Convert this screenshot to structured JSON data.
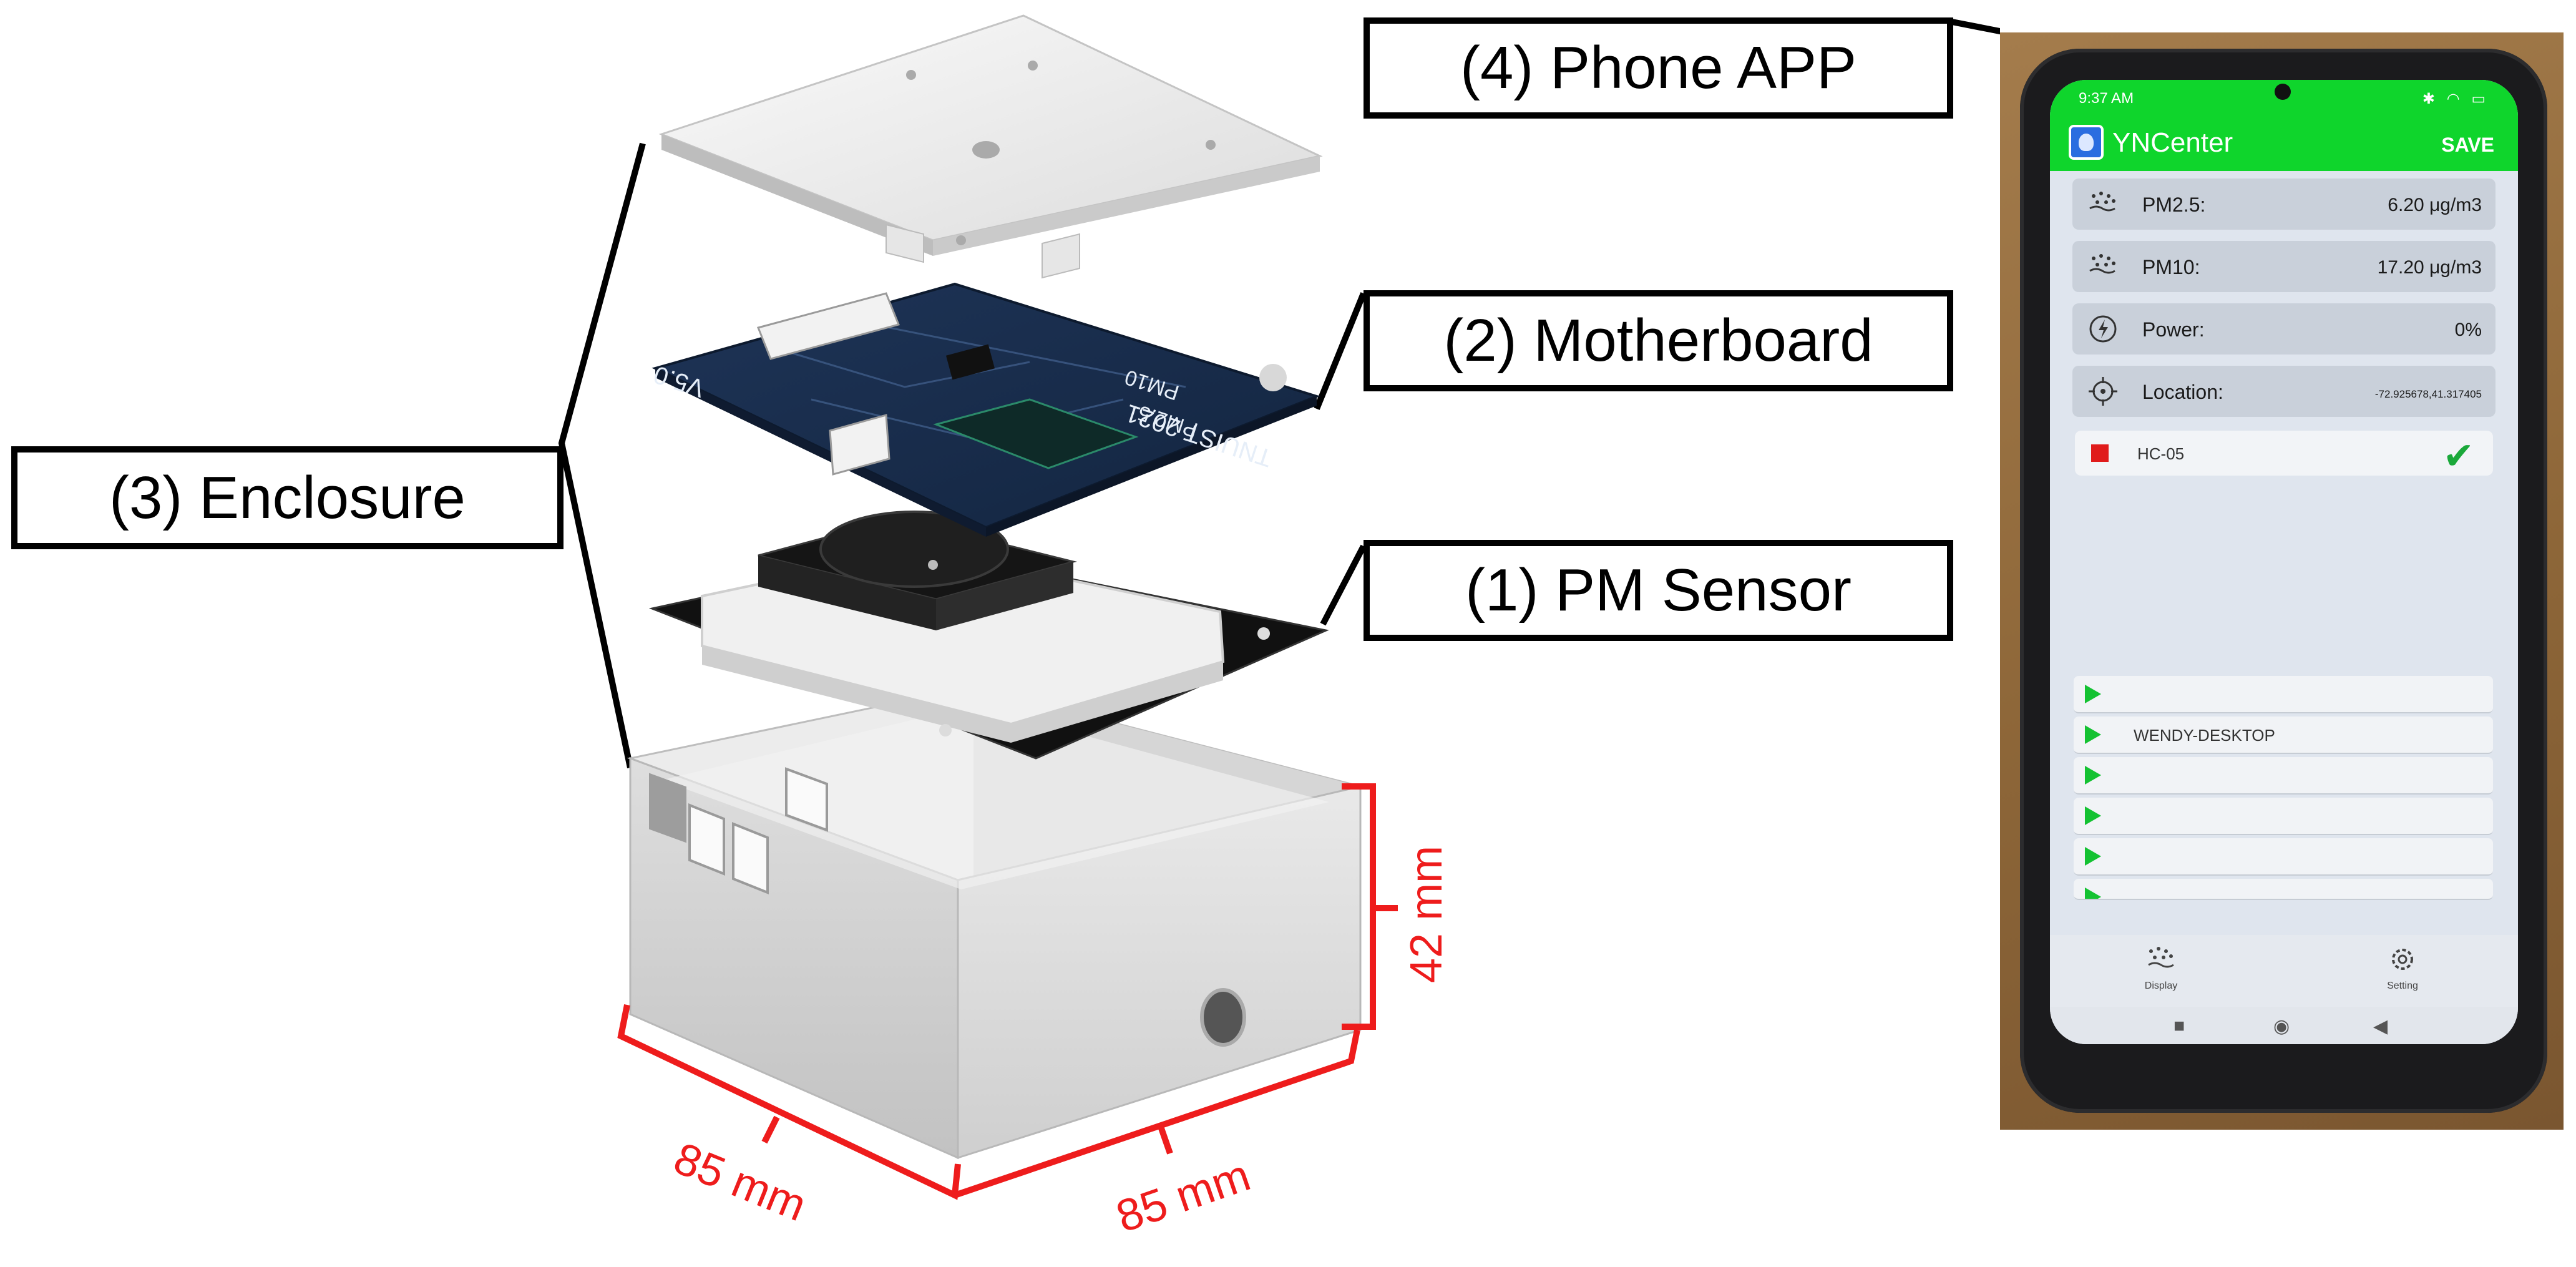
{
  "callouts": {
    "phone_app": "(4) Phone APP",
    "motherboard": "(2) Motherboard",
    "enclosure": "(3) Enclosure",
    "pm_sensor": "(1) PM Sensor"
  },
  "dimensions": {
    "height": "42 mm",
    "width_left": "85 mm",
    "width_right": "85 mm"
  },
  "board_text": {
    "version": "V5.0",
    "pm25": "PM2.5",
    "pm10": "PM10",
    "maker": "TNUIST 2021"
  },
  "phone": {
    "status": {
      "time": "9:37 AM"
    },
    "appbar": {
      "title": "YNCenter",
      "save": "SAVE"
    },
    "readings": [
      {
        "icon": "pm25-icon",
        "label": "PM2.5:",
        "value": "6.20 μg/m3"
      },
      {
        "icon": "pm10-icon",
        "label": "PM10:",
        "value": "17.20 μg/m3"
      },
      {
        "icon": "power-icon",
        "label": "Power:",
        "value": "0%"
      },
      {
        "icon": "location-icon",
        "label": "Location:",
        "value": "-72.925678,41.317405"
      }
    ],
    "connected_device": {
      "name": "HC-05"
    },
    "paired_devices": [
      "",
      "WENDY-DESKTOP",
      "",
      "",
      "",
      ""
    ],
    "tabs": {
      "display": "Display",
      "setting": "Setting"
    }
  },
  "colors": {
    "dimension_red": "#ee1c1c",
    "app_green": "#0fd52c",
    "play_green": "#14c232",
    "check_green": "#1aa83a",
    "disconnect_red": "#e01b1b"
  }
}
